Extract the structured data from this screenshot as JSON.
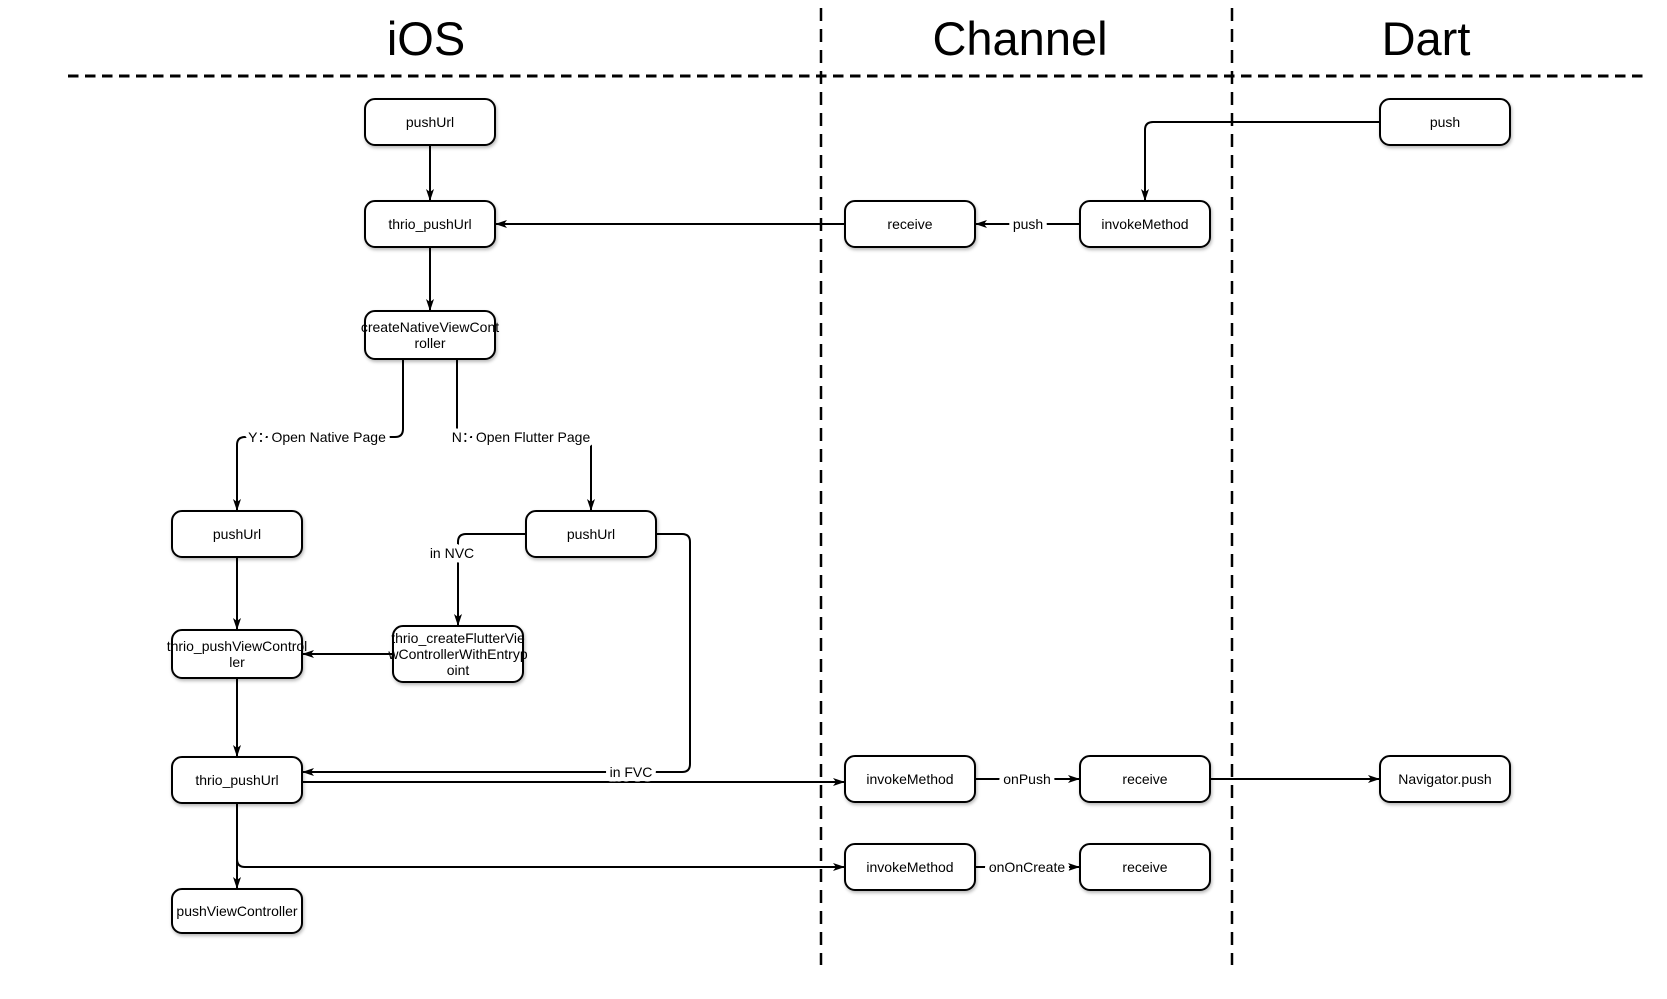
{
  "diagram": {
    "lanes": [
      {
        "label": "iOS"
      },
      {
        "label": "Channel"
      },
      {
        "label": "Dart"
      }
    ],
    "nodes": [
      {
        "id": "pushUrl-top",
        "label": "pushUrl"
      },
      {
        "id": "push",
        "label": "push"
      },
      {
        "id": "thrio_pushUrl-top",
        "label": "thrio_pushUrl"
      },
      {
        "id": "receive-push",
        "label": "receive"
      },
      {
        "id": "invokeMethod-push",
        "label": "invokeMethod"
      },
      {
        "id": "createNativeViewController",
        "lines": [
          "createNativeViewCont",
          "roller"
        ]
      },
      {
        "id": "pushUrl-native",
        "label": "pushUrl"
      },
      {
        "id": "pushUrl-flutter",
        "label": "pushUrl"
      },
      {
        "id": "thrio_pushViewController",
        "lines": [
          "thrio_pushViewControl",
          "ler"
        ]
      },
      {
        "id": "thrio_createFlutterViewControllerWithEntrypoint",
        "lines": [
          "thrio_createFlutterVie",
          "wControllerWithEntryp",
          "oint"
        ]
      },
      {
        "id": "thrio_pushUrl-2",
        "label": "thrio_pushUrl"
      },
      {
        "id": "invokeMethod-onPush",
        "label": "invokeMethod"
      },
      {
        "id": "receive-onPush",
        "label": "receive"
      },
      {
        "id": "navigator-push",
        "label": "Navigator.push"
      },
      {
        "id": "invokeMethod-onOnCreate",
        "label": "invokeMethod"
      },
      {
        "id": "receive-onOnCreate",
        "label": "receive"
      },
      {
        "id": "pushViewController",
        "label": "pushViewController"
      }
    ],
    "edge_labels": {
      "push": "push",
      "branch_yes": "Y：Open Native Page",
      "branch_no": "N：Open Flutter Page",
      "in_nvc": "in NVC",
      "in_fvc": "in FVC",
      "on_push": "onPush",
      "on_on_create": "onOnCreate"
    },
    "colors": {
      "stroke": "#000000",
      "node_fill": "#ffffff",
      "background": "#ffffff"
    }
  }
}
